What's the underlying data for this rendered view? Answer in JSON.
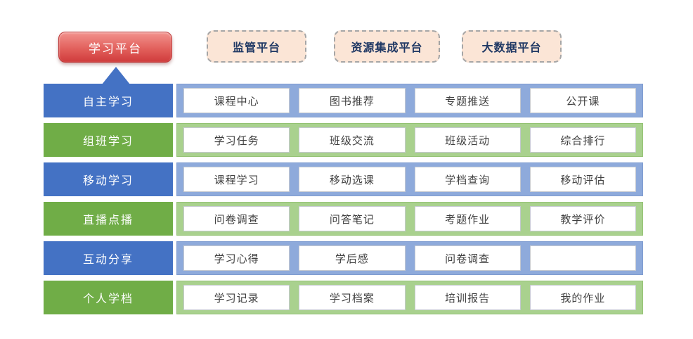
{
  "platform_tabs": {
    "active": {
      "label": "学习平台"
    },
    "others": [
      {
        "label": "监管平台"
      },
      {
        "label": "资源集成平台"
      },
      {
        "label": "大数据平台"
      }
    ]
  },
  "rows": [
    {
      "header": "自主学习",
      "color": "blue",
      "items": [
        "课程中心",
        "图书推荐",
        "专题推送",
        "公开课"
      ]
    },
    {
      "header": "组班学习",
      "color": "green",
      "items": [
        "学习任务",
        "班级交流",
        "班级活动",
        "综合排行"
      ]
    },
    {
      "header": "移动学习",
      "color": "blue",
      "items": [
        "课程学习",
        "移动选课",
        "学档查询",
        "移动评估"
      ]
    },
    {
      "header": "直播点播",
      "color": "green",
      "items": [
        "问卷调查",
        "问答笔记",
        "考题作业",
        "教学评价"
      ]
    },
    {
      "header": "互动分享",
      "color": "blue",
      "items": [
        "学习心得",
        "学后感",
        "问卷调查",
        ""
      ]
    },
    {
      "header": "个人学档",
      "color": "green",
      "items": [
        "学习记录",
        "学习档案",
        "培训报告",
        "我的作业"
      ]
    }
  ],
  "colors": {
    "row_blue": "#4472c4",
    "row_green": "#70ad47",
    "band_light_blue": "#8eaadb",
    "band_light_green": "#a9d18e",
    "active_tab_red": "#d03c3c",
    "dashed_tab_peach": "#fbe5d6",
    "dashed_tab_border": "#a6a6a6",
    "tab_text_navy": "#1f3864",
    "item_text": "#404040"
  }
}
